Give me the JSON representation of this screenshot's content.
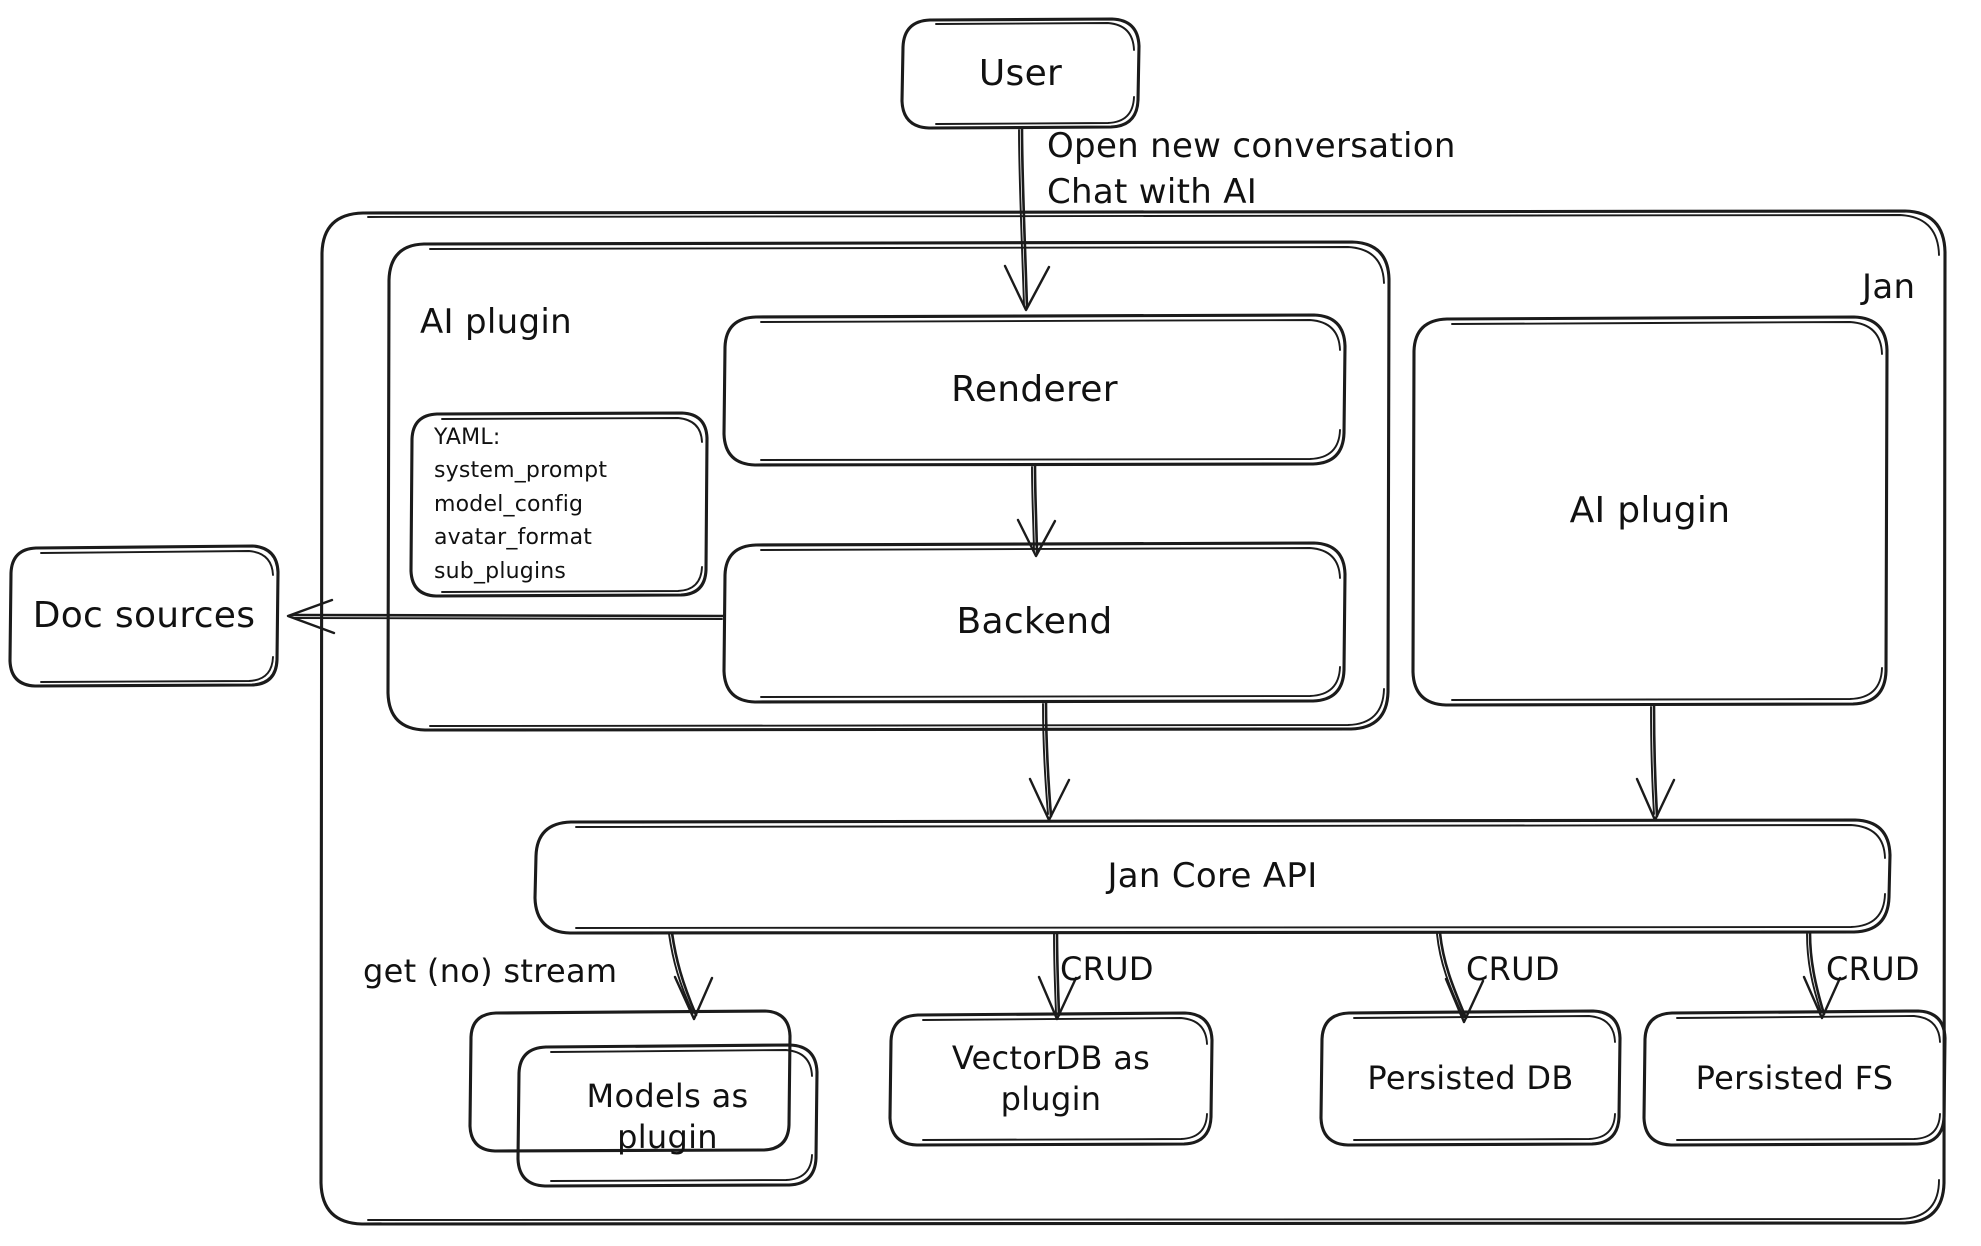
{
  "diagram": {
    "title": "Jan architecture diagram",
    "style": "hand-drawn sketch",
    "stroke_color": "#1b1b1b",
    "background_color": "#ffffff"
  },
  "nodes": {
    "user": {
      "label": "User"
    },
    "doc_sources": {
      "label": "Doc sources"
    },
    "jan_group": {
      "label": "Jan"
    },
    "ai_plugin_group": {
      "label": "AI plugin"
    },
    "yaml_box": {
      "label": "YAML:\nsystem_prompt\nmodel_config\navatar_format\nsub_plugins"
    },
    "renderer": {
      "label": "Renderer"
    },
    "backend": {
      "label": "Backend"
    },
    "ai_plugin_node": {
      "label": "AI plugin"
    },
    "jan_core_api": {
      "label": "Jan Core API"
    },
    "models_plugin": {
      "label": "Models as\nplugin"
    },
    "vectordb_plugin": {
      "label": "VectorDB as\nplugin"
    },
    "persisted_db": {
      "label": "Persisted DB"
    },
    "persisted_fs": {
      "label": "Persisted FS"
    }
  },
  "edge_labels": {
    "user_to_renderer": "Open new conversation\nChat with AI",
    "api_to_models": "get (no) stream",
    "api_to_vectordb": "CRUD",
    "api_to_persisted_db": "CRUD",
    "api_to_persisted_fs": "CRUD"
  }
}
